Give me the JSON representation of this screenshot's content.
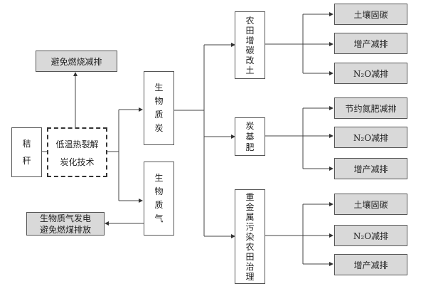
{
  "diagram": {
    "straw": "秸秆",
    "pyrolysis_top": "低温热裂解",
    "pyrolysis_bottom": "炭化技术",
    "avoid_burning": "避免燃烧减排",
    "biochar": "生物质炭",
    "biogas": "生物质气",
    "biogas_power": "生物质气发电\n避免燃煤排放",
    "branches": [
      {
        "label": "农田增碳改土",
        "outcomes": [
          "土壤固碳",
          "增产减排",
          "N₂O减排"
        ]
      },
      {
        "label": "炭基肥",
        "outcomes": [
          "节约氮肥减排",
          "N₂O减排",
          "增产减排"
        ]
      },
      {
        "label": "重金属污染农田治理",
        "outcomes": [
          "土壤固碳",
          "N₂O减排",
          "增产减排"
        ]
      }
    ]
  }
}
